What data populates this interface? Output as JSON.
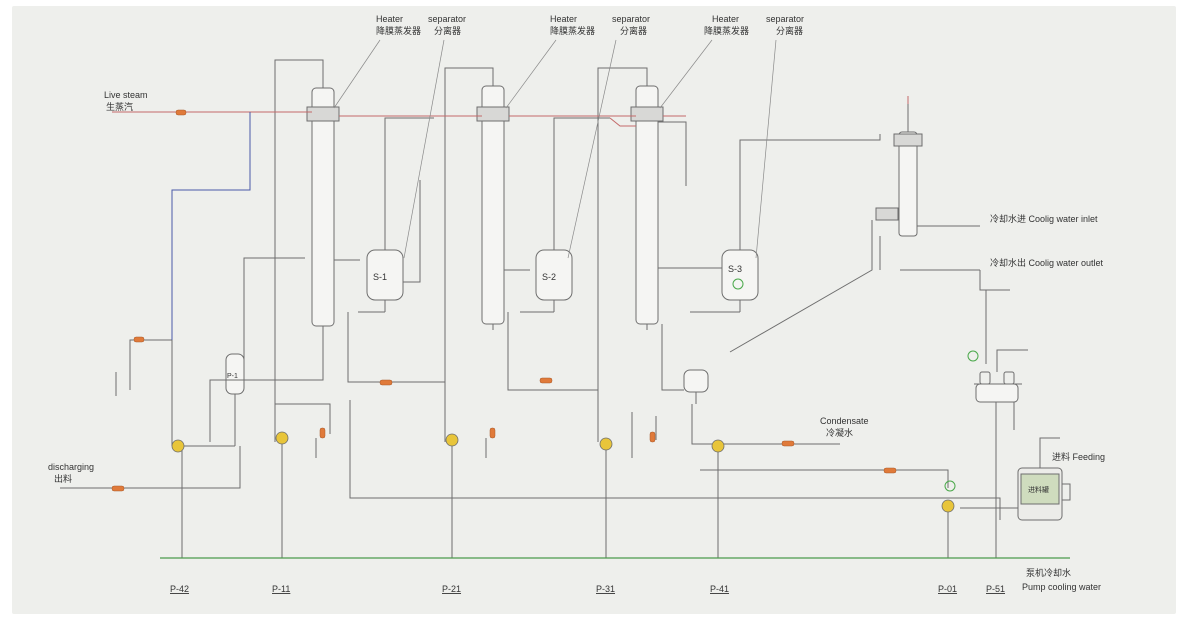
{
  "labels": {
    "heater_1": "Heater",
    "heater_1_cn": "降膜蒸发器",
    "separator_1": "separator",
    "separator_1_cn": "分离器",
    "heater_2": "Heater",
    "heater_2_cn": "降膜蒸发器",
    "separator_2": "separator",
    "separator_2_cn": "分离器",
    "heater_3": "Heater",
    "heater_3_cn": "降膜蒸发器",
    "separator_3": "separator",
    "separator_3_cn": "分离器",
    "live_steam": "Live steam",
    "live_steam_cn": "生蒸汽",
    "cooling_inlet": "冷却水进 Coolig water inlet",
    "cooling_outlet": "冷却水出 Coolig water outlet",
    "condensate": "Condensate",
    "condensate_cn": "冷凝水",
    "discharging": "discharging",
    "discharging_cn": "出料",
    "feeding": "进料 Feeding",
    "pump_cooling_cn": "泵机冷却水",
    "pump_cooling": "Pump cooling water"
  },
  "vessels": {
    "s1": "S-1",
    "s2": "S-2",
    "s3": "S-3",
    "preheater": "P-1",
    "feed_tank": "进料罐"
  },
  "pumps": [
    "P-42",
    "P-11",
    "P-21",
    "P-31",
    "P-41",
    "P-01",
    "P-51"
  ],
  "colors": {
    "line": "#6e6e6e",
    "steam_line": "#c46a6a",
    "cooling_line": "#4c9a4c",
    "feed_line": "#4a5aa8",
    "valve": "#e07a3a",
    "pump": "#e8c53a",
    "indicator": "#4aa84a"
  }
}
